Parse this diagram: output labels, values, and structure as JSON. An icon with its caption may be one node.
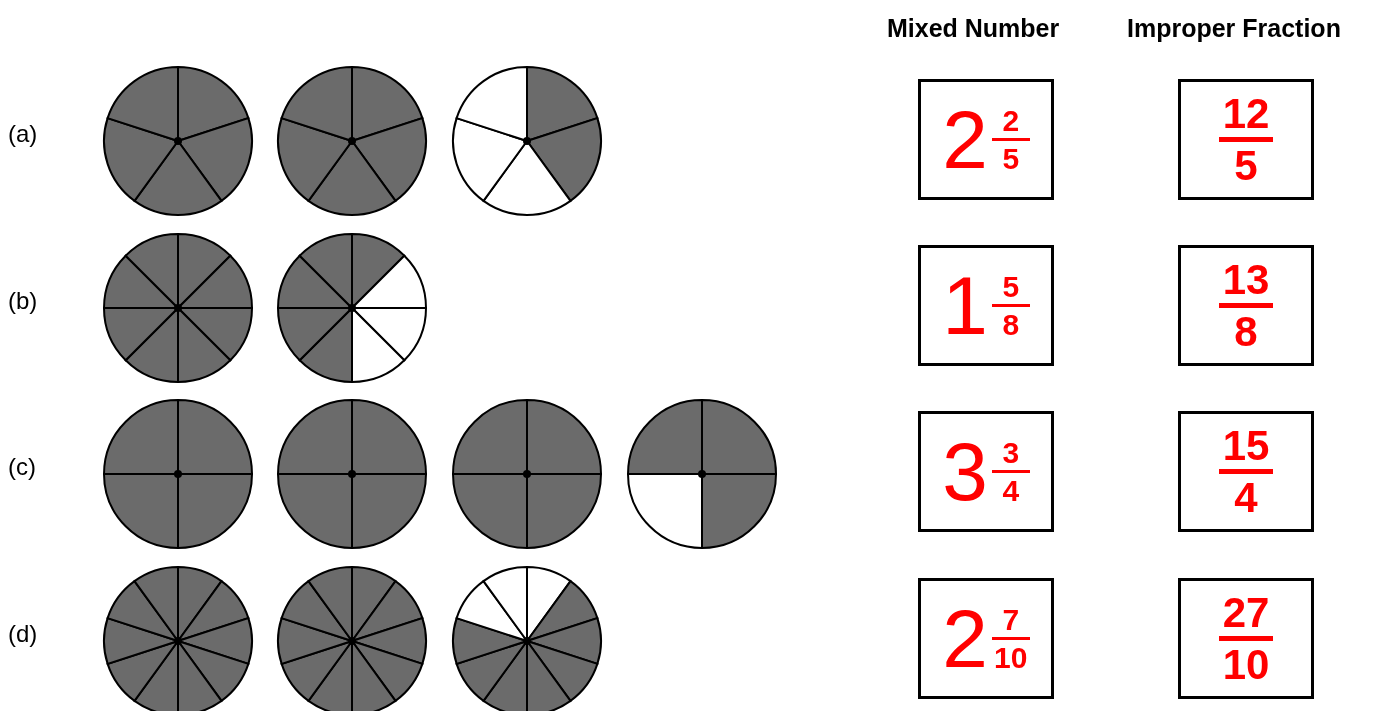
{
  "diagram": {
    "nodes": [
      {
        "text": [
          "2",
          "2",
          "5"
        ]
      },
      {
        "text": [
          "12",
          "5"
        ]
      },
      {
        "text": [
          "1",
          "5",
          "8"
        ]
      },
      {
        "text": [
          "13",
          "8"
        ]
      },
      {
        "text": [
          "3",
          "3",
          "4"
        ]
      },
      {
        "text": [
          "15",
          "4"
        ]
      },
      {
        "text": [
          "2",
          "7",
          "10"
        ]
      },
      {
        "text": [
          "27",
          "10"
        ]
      }
    ],
    "labels": [
      "Mixed Number",
      "Improper Fraction",
      "(a)",
      "(b)",
      "(c)",
      "(d)"
    ]
  }
}
